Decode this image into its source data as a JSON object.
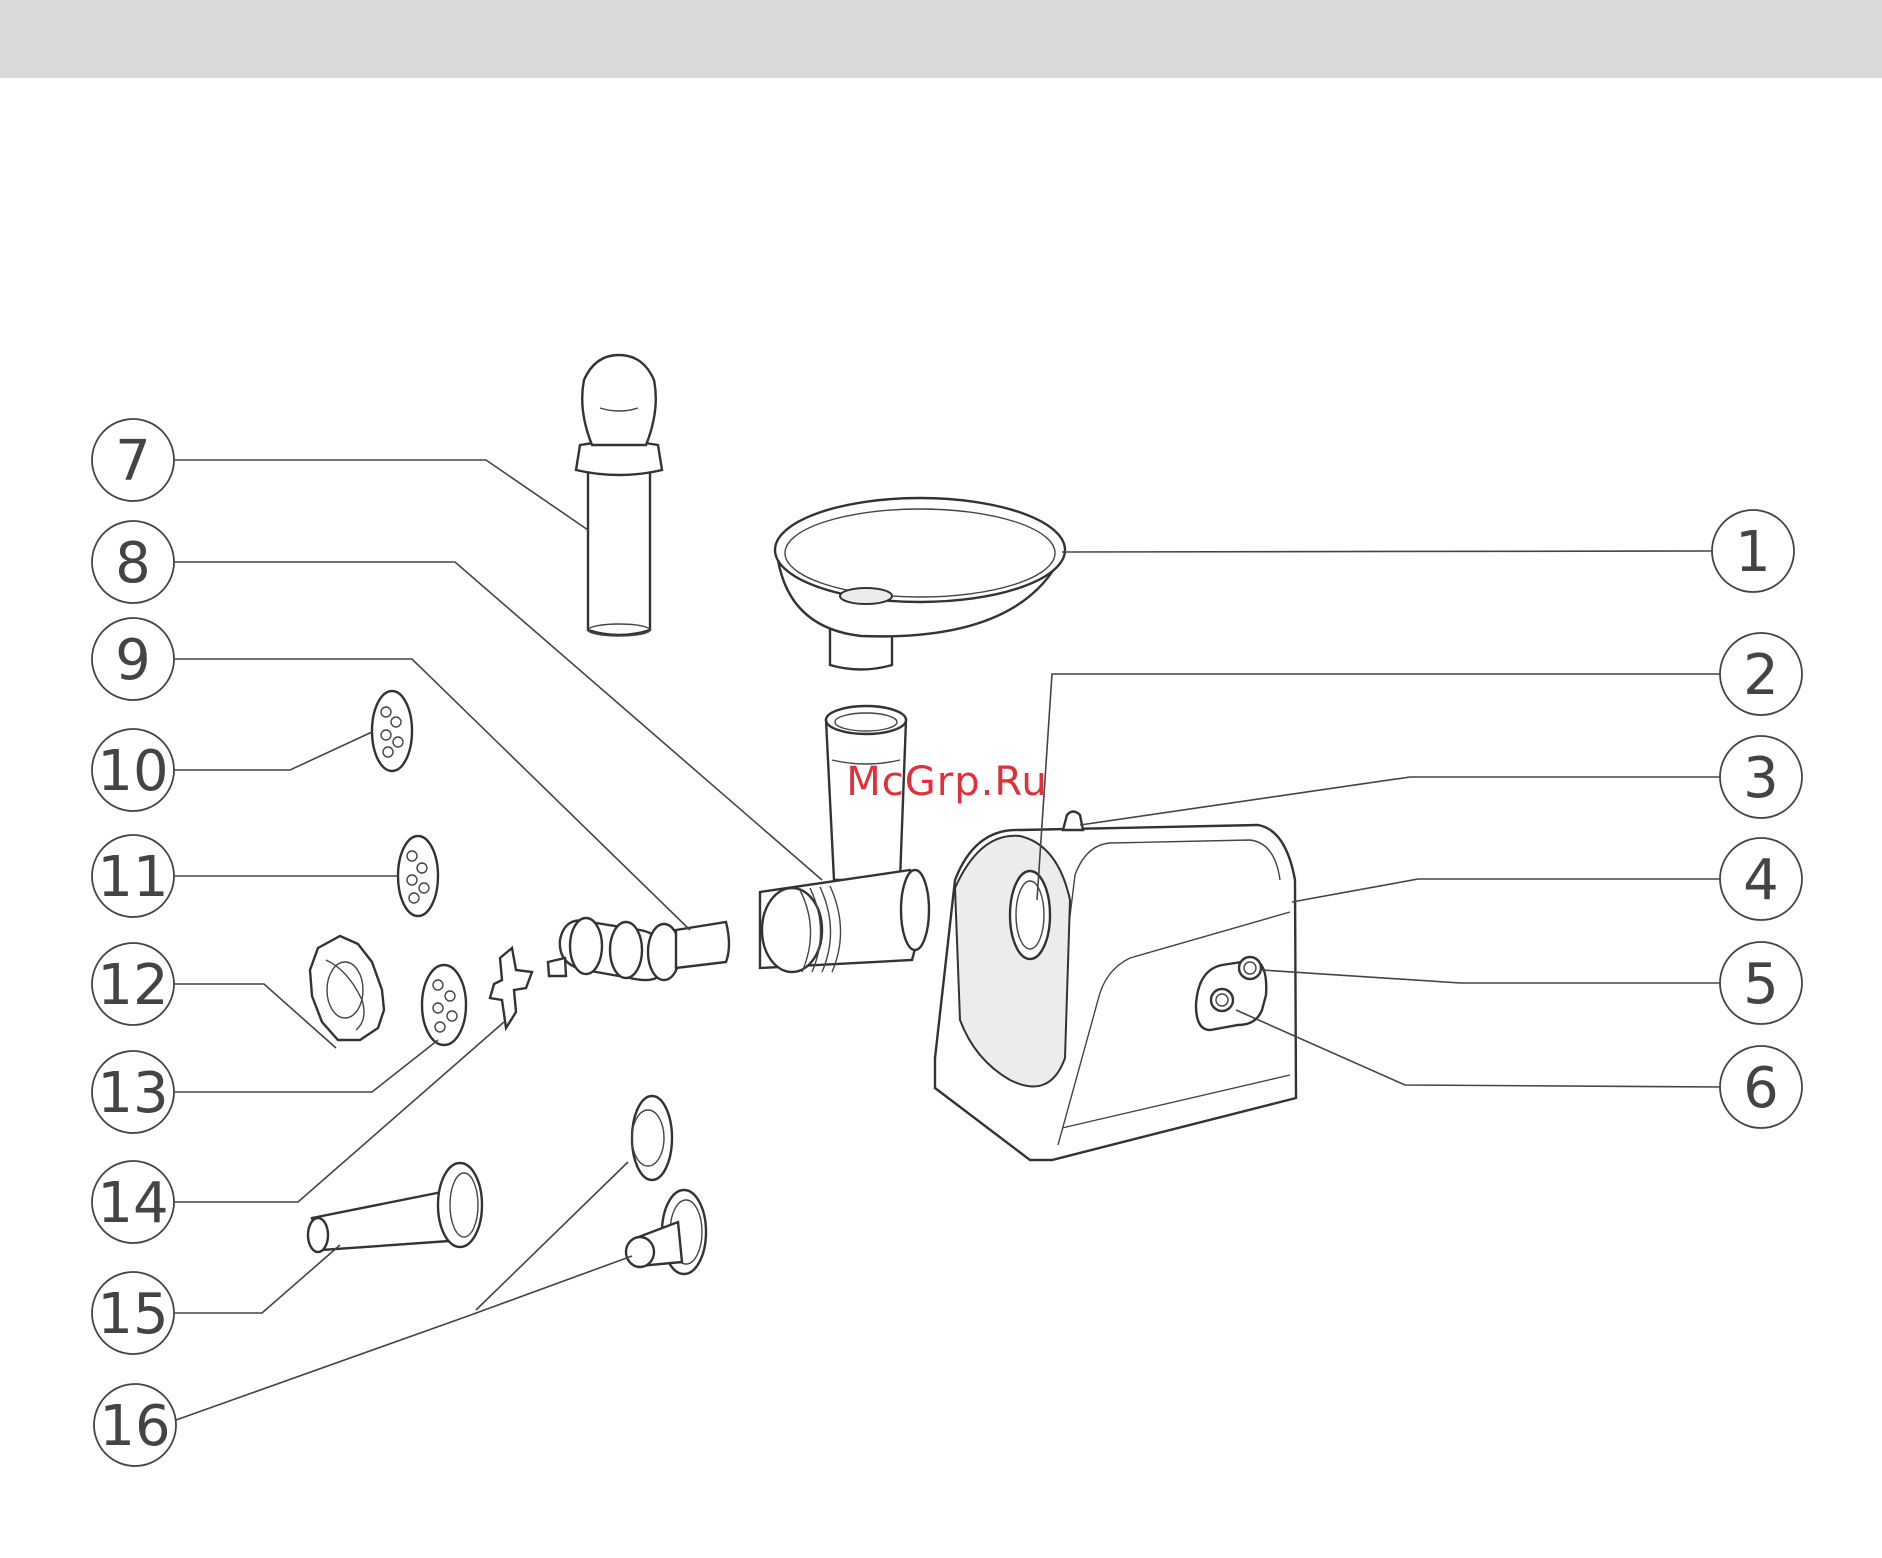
{
  "watermark": "McGrp.Ru",
  "callouts": [
    {
      "number": "1",
      "part": "feeding-tray"
    },
    {
      "number": "2",
      "part": "head-socket"
    },
    {
      "number": "3",
      "part": "head-lock-button"
    },
    {
      "number": "4",
      "part": "motor-housing"
    },
    {
      "number": "5",
      "part": "switch-button"
    },
    {
      "number": "6",
      "part": "reverse-button"
    },
    {
      "number": "7",
      "part": "pusher"
    },
    {
      "number": "8",
      "part": "grinder-head"
    },
    {
      "number": "9",
      "part": "auger"
    },
    {
      "number": "10",
      "part": "cutting-plate-medium"
    },
    {
      "number": "11",
      "part": "cutting-plate-fine"
    },
    {
      "number": "12",
      "part": "locking-ring"
    },
    {
      "number": "13",
      "part": "cutting-plate-coarse"
    },
    {
      "number": "14",
      "part": "cross-blade"
    },
    {
      "number": "15",
      "part": "sausage-attachment"
    },
    {
      "number": "16",
      "part": "kebbe-attachment"
    }
  ],
  "colors": {
    "band": "#d9d9d9",
    "line": "#444444",
    "watermark": "#e0303a"
  }
}
